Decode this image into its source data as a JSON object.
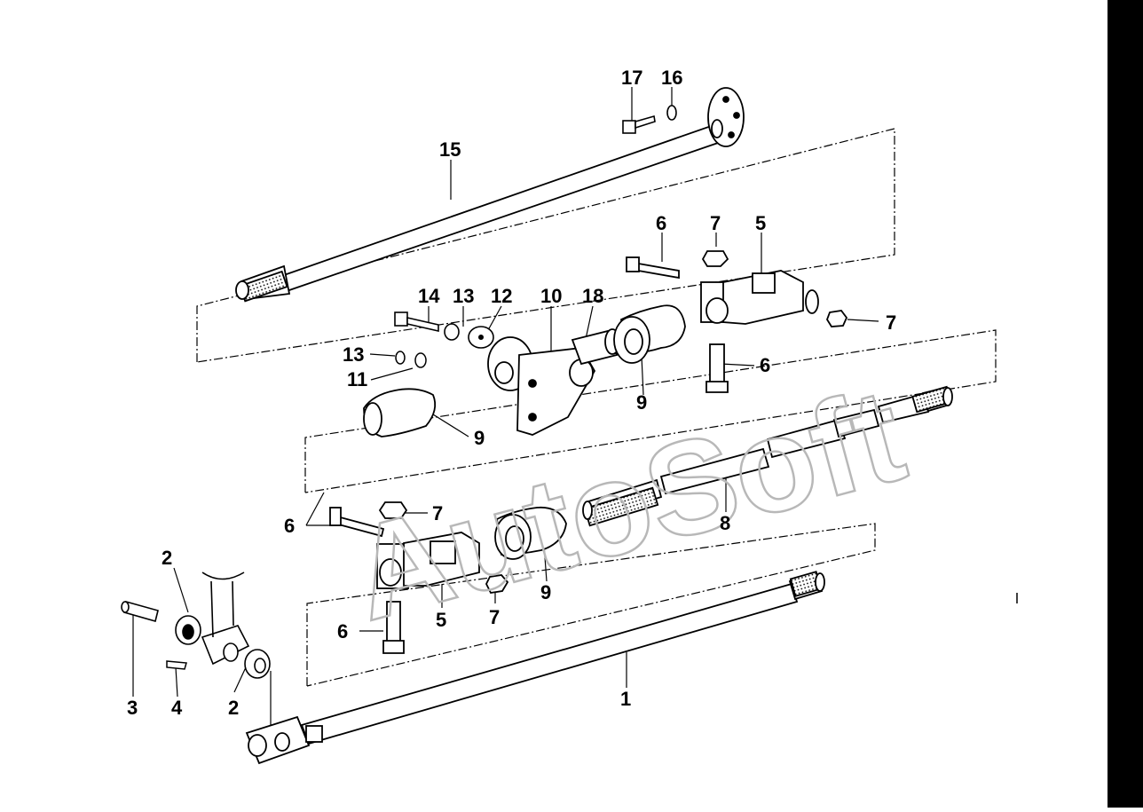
{
  "diagram": {
    "watermark": "AutoSoft",
    "callouts": [
      {
        "id": "c17",
        "text": "17"
      },
      {
        "id": "c16",
        "text": "16"
      },
      {
        "id": "c15",
        "text": "15"
      },
      {
        "id": "c6a",
        "text": "6"
      },
      {
        "id": "c7a",
        "text": "7"
      },
      {
        "id": "c5a",
        "text": "5"
      },
      {
        "id": "c14",
        "text": "14"
      },
      {
        "id": "c13a",
        "text": "13"
      },
      {
        "id": "c12",
        "text": "12"
      },
      {
        "id": "c10",
        "text": "10"
      },
      {
        "id": "c18",
        "text": "18"
      },
      {
        "id": "c7b",
        "text": "7"
      },
      {
        "id": "c13b",
        "text": "13"
      },
      {
        "id": "c11",
        "text": "11"
      },
      {
        "id": "c6b",
        "text": "6"
      },
      {
        "id": "c9a",
        "text": "9"
      },
      {
        "id": "c9b",
        "text": "9"
      },
      {
        "id": "c6c",
        "text": "6"
      },
      {
        "id": "c7c",
        "text": "7"
      },
      {
        "id": "c8",
        "text": "8"
      },
      {
        "id": "c2a",
        "text": "2"
      },
      {
        "id": "c9c",
        "text": "9"
      },
      {
        "id": "c7d",
        "text": "7"
      },
      {
        "id": "c6d",
        "text": "6"
      },
      {
        "id": "c5b",
        "text": "5"
      },
      {
        "id": "c3",
        "text": "3"
      },
      {
        "id": "c4",
        "text": "4"
      },
      {
        "id": "c2b",
        "text": "2"
      },
      {
        "id": "c1",
        "text": "1"
      }
    ]
  }
}
